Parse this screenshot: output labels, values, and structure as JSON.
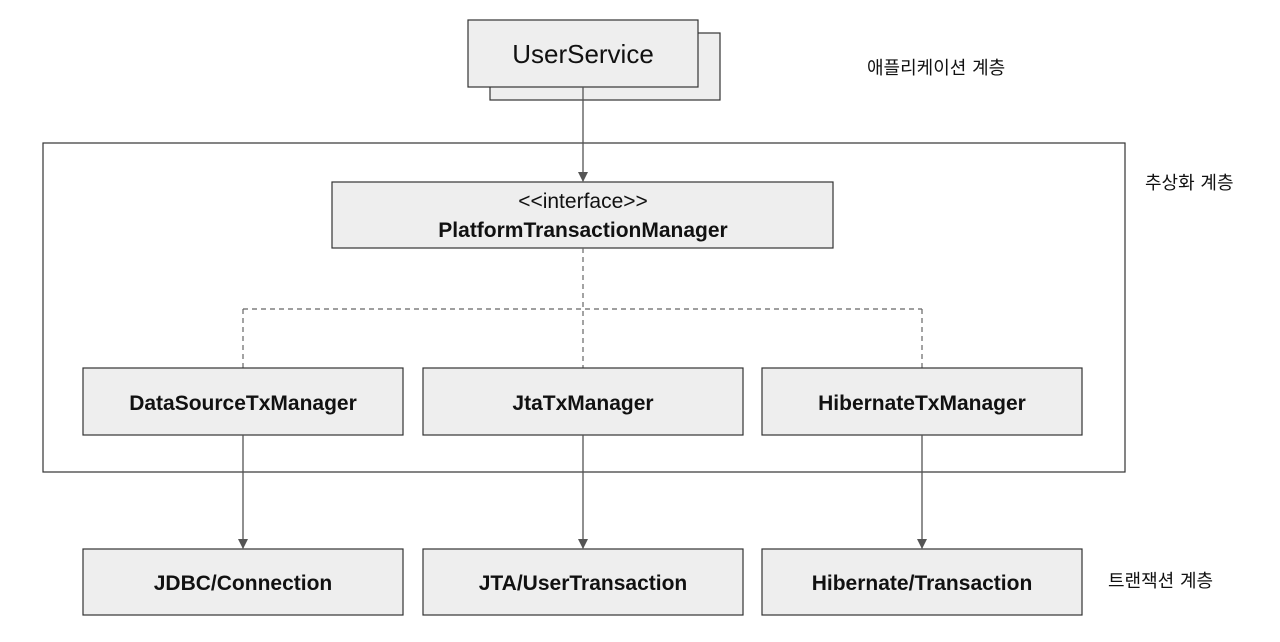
{
  "app": {
    "user_service": "UserService",
    "interface_stereotype": "<<interface>>",
    "interface_name": "PlatformTransactionManager",
    "implementations": [
      "DataSourceTxManager",
      "JtaTxManager",
      "HibernateTxManager"
    ],
    "transactions": [
      "JDBC/Connection",
      "JTA/UserTransaction",
      "Hibernate/Transaction"
    ]
  },
  "layers": {
    "application": "애플리케이션 계층",
    "abstraction": "추상화 계층",
    "transaction": "트랜잭션 계층"
  },
  "colors": {
    "box_fill": "#eeeeee",
    "border": "#333333",
    "connector": "#555555"
  }
}
